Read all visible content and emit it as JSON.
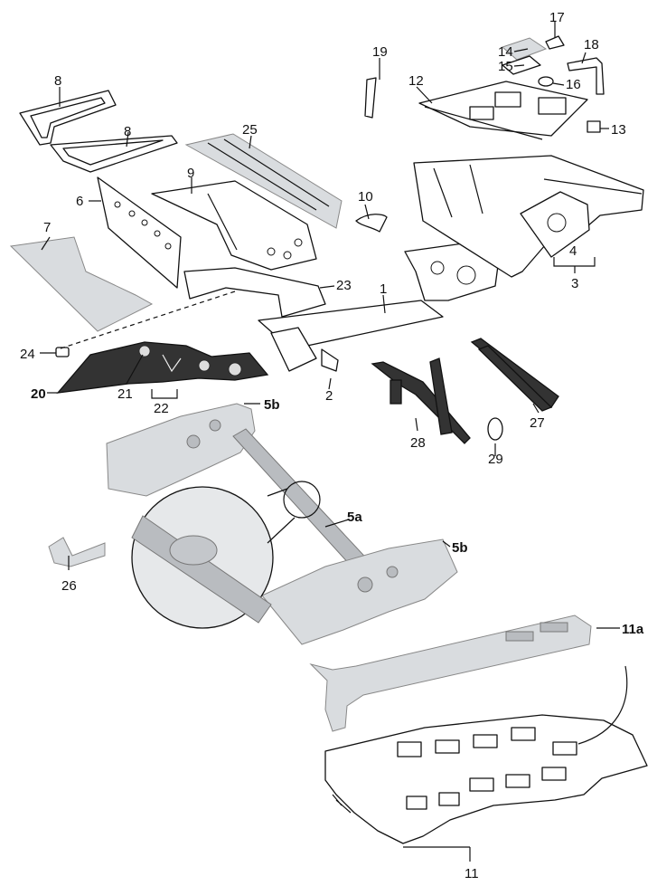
{
  "labels": {
    "p1": "1",
    "p2": "2",
    "p3": "3",
    "p4": "4",
    "p5a": "5a",
    "p5b_top": "5b",
    "p5b_mid": "5b",
    "p6": "6",
    "p7": "7",
    "p8_a": "8",
    "p8_b": "8",
    "p9": "9",
    "p10": "10",
    "p11": "11",
    "p11a": "11a",
    "p12": "12",
    "p13": "13",
    "p14": "14",
    "p15": "15",
    "p16": "16",
    "p17": "17",
    "p18": "18",
    "p19": "19",
    "p20": "20",
    "p21": "21",
    "p22": "22",
    "p23": "23",
    "p24": "24",
    "p25": "25",
    "p26": "26",
    "p27": "27",
    "p28": "28",
    "p29": "29"
  },
  "colors": {
    "line": "#111111",
    "photo_metal": "#d9dcdf",
    "dark_panel": "#333333"
  }
}
